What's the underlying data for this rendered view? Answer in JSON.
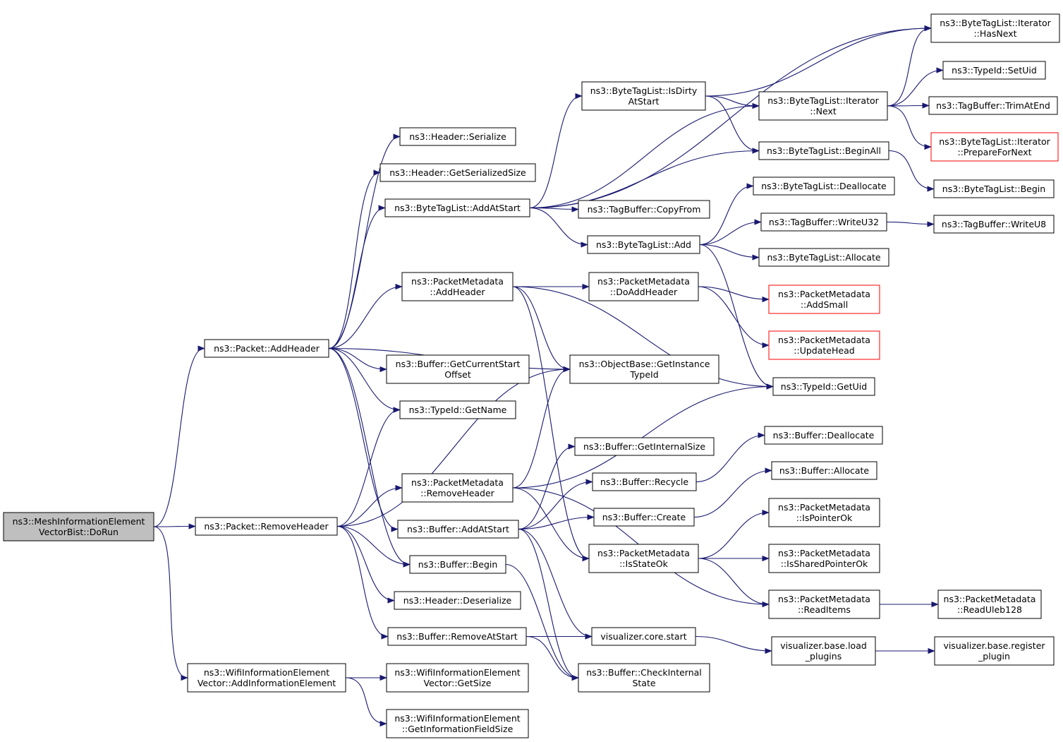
{
  "diagram": {
    "type": "call-graph",
    "colors": {
      "edge": "#191970",
      "box_border": "#000000",
      "box_fill": "#ffffff",
      "root_fill": "#bfbfbf",
      "truncated_border": "#ff0000"
    },
    "nodes": [
      {
        "id": "root",
        "lines": [
          "ns3::MeshInformationElement",
          "VectorBist::DoRun"
        ],
        "root": true
      },
      {
        "id": "pkt_addheader",
        "lines": [
          "ns3::Packet::AddHeader"
        ]
      },
      {
        "id": "pkt_removeheader",
        "lines": [
          "ns3::Packet::RemoveHeader"
        ]
      },
      {
        "id": "wifi_addie",
        "lines": [
          "ns3::WifiInformationElement",
          "Vector::AddInformationElement"
        ]
      },
      {
        "id": "hdr_serialize",
        "lines": [
          "ns3::Header::Serialize"
        ]
      },
      {
        "id": "hdr_getsersize",
        "lines": [
          "ns3::Header::GetSerializedSize"
        ]
      },
      {
        "id": "btl_addatstart",
        "lines": [
          "ns3::ByteTagList::AddAtStart"
        ]
      },
      {
        "id": "pm_addheader",
        "lines": [
          "ns3::PacketMetadata",
          "::AddHeader"
        ]
      },
      {
        "id": "buf_getcurstart",
        "lines": [
          "ns3::Buffer::GetCurrentStart",
          "Offset"
        ]
      },
      {
        "id": "typeid_getname",
        "lines": [
          "ns3::TypeId::GetName"
        ]
      },
      {
        "id": "pm_removeheader",
        "lines": [
          "ns3::PacketMetadata",
          "::RemoveHeader"
        ]
      },
      {
        "id": "buf_addatstart",
        "lines": [
          "ns3::Buffer::AddAtStart"
        ]
      },
      {
        "id": "buf_begin",
        "lines": [
          "ns3::Buffer::Begin"
        ]
      },
      {
        "id": "hdr_deserialize",
        "lines": [
          "ns3::Header::Deserialize"
        ]
      },
      {
        "id": "buf_removeatstart",
        "lines": [
          "ns3::Buffer::RemoveAtStart"
        ]
      },
      {
        "id": "wifi_getsize",
        "lines": [
          "ns3::WifiInformationElement",
          "Vector::GetSize"
        ]
      },
      {
        "id": "wifi_getinfosize",
        "lines": [
          "ns3::WifiInformationElement",
          "::GetInformationFieldSize"
        ]
      },
      {
        "id": "btl_isdirty",
        "lines": [
          "ns3::ByteTagList::IsDirty",
          "AtStart"
        ]
      },
      {
        "id": "tb_copyfrom",
        "lines": [
          "ns3::TagBuffer::CopyFrom"
        ]
      },
      {
        "id": "btl_add",
        "lines": [
          "ns3::ByteTagList::Add"
        ]
      },
      {
        "id": "pm_doaddheader",
        "lines": [
          "ns3::PacketMetadata",
          "::DoAddHeader"
        ]
      },
      {
        "id": "ob_getinstance",
        "lines": [
          "ns3::ObjectBase::GetInstance",
          "TypeId"
        ]
      },
      {
        "id": "buf_getinternalsize",
        "lines": [
          "ns3::Buffer::GetInternalSize"
        ]
      },
      {
        "id": "buf_recycle",
        "lines": [
          "ns3::Buffer::Recycle"
        ]
      },
      {
        "id": "buf_create",
        "lines": [
          "ns3::Buffer::Create"
        ]
      },
      {
        "id": "pm_isstateok",
        "lines": [
          "ns3::PacketMetadata",
          "::IsStateOk"
        ]
      },
      {
        "id": "vis_core_start",
        "lines": [
          "visualizer.core.start"
        ]
      },
      {
        "id": "buf_checkinternal",
        "lines": [
          "ns3::Buffer::CheckInternal",
          "State"
        ]
      },
      {
        "id": "btl_it_next",
        "lines": [
          "ns3::ByteTagList::Iterator",
          "::Next"
        ]
      },
      {
        "id": "btl_beginall",
        "lines": [
          "ns3::ByteTagList::BeginAll"
        ]
      },
      {
        "id": "btl_dealloc",
        "lines": [
          "ns3::ByteTagList::Deallocate"
        ]
      },
      {
        "id": "tb_writeu32",
        "lines": [
          "ns3::TagBuffer::WriteU32"
        ]
      },
      {
        "id": "btl_allocate",
        "lines": [
          "ns3::ByteTagList::Allocate"
        ]
      },
      {
        "id": "pm_addsmall",
        "lines": [
          "ns3::PacketMetadata",
          "::AddSmall"
        ],
        "truncated": true
      },
      {
        "id": "pm_updatehead",
        "lines": [
          "ns3::PacketMetadata",
          "::UpdateHead"
        ],
        "truncated": true
      },
      {
        "id": "typeid_getuid",
        "lines": [
          "ns3::TypeId::GetUid"
        ]
      },
      {
        "id": "buf_dealloc",
        "lines": [
          "ns3::Buffer::Deallocate"
        ]
      },
      {
        "id": "buf_allocate",
        "lines": [
          "ns3::Buffer::Allocate"
        ]
      },
      {
        "id": "pm_ispointerok",
        "lines": [
          "ns3::PacketMetadata",
          "::IsPointerOk"
        ]
      },
      {
        "id": "pm_issharedpointerok",
        "lines": [
          "ns3::PacketMetadata",
          "::IsSharedPointerOk"
        ]
      },
      {
        "id": "pm_readitems",
        "lines": [
          "ns3::PacketMetadata",
          "::ReadItems"
        ]
      },
      {
        "id": "vis_base_load",
        "lines": [
          "visualizer.base.load",
          "_plugins"
        ]
      },
      {
        "id": "btl_it_hasnext",
        "lines": [
          "ns3::ByteTagList::Iterator",
          "::HasNext"
        ]
      },
      {
        "id": "typeid_setuid",
        "lines": [
          "ns3::TypeId::SetUid"
        ]
      },
      {
        "id": "tb_trimatend",
        "lines": [
          "ns3::TagBuffer::TrimAtEnd"
        ]
      },
      {
        "id": "btl_it_prepare",
        "lines": [
          "ns3::ByteTagList::Iterator",
          "::PrepareForNext"
        ],
        "truncated": true
      },
      {
        "id": "btl_begin",
        "lines": [
          "ns3::ByteTagList::Begin"
        ]
      },
      {
        "id": "tb_writeu8",
        "lines": [
          "ns3::TagBuffer::WriteU8"
        ]
      },
      {
        "id": "pm_readuleb",
        "lines": [
          "ns3::PacketMetadata",
          "::ReadUleb128"
        ]
      },
      {
        "id": "vis_base_register",
        "lines": [
          "visualizer.base.register",
          "_plugin"
        ]
      }
    ],
    "edges": [
      [
        "root",
        "pkt_addheader"
      ],
      [
        "root",
        "pkt_removeheader"
      ],
      [
        "root",
        "wifi_addie"
      ],
      [
        "pkt_addheader",
        "hdr_serialize"
      ],
      [
        "pkt_addheader",
        "hdr_getsersize"
      ],
      [
        "pkt_addheader",
        "btl_addatstart"
      ],
      [
        "pkt_addheader",
        "pm_addheader"
      ],
      [
        "pkt_addheader",
        "ob_getinstance"
      ],
      [
        "pkt_addheader",
        "buf_getcurstart"
      ],
      [
        "pkt_addheader",
        "typeid_getname"
      ],
      [
        "pkt_addheader",
        "buf_addatstart"
      ],
      [
        "pkt_addheader",
        "buf_begin"
      ],
      [
        "pkt_removeheader",
        "typeid_getname"
      ],
      [
        "pkt_removeheader",
        "ob_getinstance"
      ],
      [
        "pkt_removeheader",
        "pm_removeheader"
      ],
      [
        "pkt_removeheader",
        "buf_begin"
      ],
      [
        "pkt_removeheader",
        "hdr_deserialize"
      ],
      [
        "pkt_removeheader",
        "buf_removeatstart"
      ],
      [
        "wifi_addie",
        "wifi_getsize"
      ],
      [
        "wifi_addie",
        "wifi_getinfosize"
      ],
      [
        "btl_addatstart",
        "btl_isdirty"
      ],
      [
        "btl_addatstart",
        "btl_it_hasnext"
      ],
      [
        "btl_addatstart",
        "btl_it_next"
      ],
      [
        "btl_addatstart",
        "btl_beginall"
      ],
      [
        "btl_addatstart",
        "tb_copyfrom"
      ],
      [
        "btl_addatstart",
        "btl_add"
      ],
      [
        "btl_isdirty",
        "btl_it_hasnext"
      ],
      [
        "btl_isdirty",
        "btl_it_next"
      ],
      [
        "btl_isdirty",
        "btl_beginall"
      ],
      [
        "btl_it_next",
        "btl_it_hasnext"
      ],
      [
        "btl_it_next",
        "typeid_setuid"
      ],
      [
        "btl_it_next",
        "tb_trimatend"
      ],
      [
        "btl_it_next",
        "btl_it_prepare"
      ],
      [
        "btl_beginall",
        "btl_begin"
      ],
      [
        "btl_add",
        "btl_dealloc"
      ],
      [
        "btl_add",
        "tb_writeu32"
      ],
      [
        "btl_add",
        "btl_allocate"
      ],
      [
        "btl_add",
        "typeid_getuid"
      ],
      [
        "tb_writeu32",
        "tb_writeu8"
      ],
      [
        "pm_addheader",
        "pm_doaddheader"
      ],
      [
        "pm_addheader",
        "ob_getinstance"
      ],
      [
        "pm_addheader",
        "typeid_getuid"
      ],
      [
        "pm_addheader",
        "pm_isstateok"
      ],
      [
        "pm_doaddheader",
        "pm_addsmall"
      ],
      [
        "pm_doaddheader",
        "pm_updatehead"
      ],
      [
        "pm_removeheader",
        "ob_getinstance"
      ],
      [
        "pm_removeheader",
        "typeid_getuid"
      ],
      [
        "pm_removeheader",
        "pm_isstateok"
      ],
      [
        "pm_removeheader",
        "pm_readitems"
      ],
      [
        "buf_addatstart",
        "buf_getinternalsize"
      ],
      [
        "buf_addatstart",
        "buf_recycle"
      ],
      [
        "buf_addatstart",
        "buf_create"
      ],
      [
        "buf_addatstart",
        "vis_core_start"
      ],
      [
        "buf_addatstart",
        "buf_checkinternal"
      ],
      [
        "buf_begin",
        "buf_checkinternal"
      ],
      [
        "buf_removeatstart",
        "vis_core_start"
      ],
      [
        "buf_removeatstart",
        "buf_checkinternal"
      ],
      [
        "buf_recycle",
        "buf_dealloc"
      ],
      [
        "buf_create",
        "buf_allocate"
      ],
      [
        "pm_isstateok",
        "pm_ispointerok"
      ],
      [
        "pm_isstateok",
        "pm_issharedpointerok"
      ],
      [
        "pm_isstateok",
        "pm_readitems"
      ],
      [
        "pm_readitems",
        "pm_readuleb"
      ],
      [
        "vis_core_start",
        "vis_base_load"
      ],
      [
        "vis_base_load",
        "vis_base_register"
      ]
    ]
  }
}
